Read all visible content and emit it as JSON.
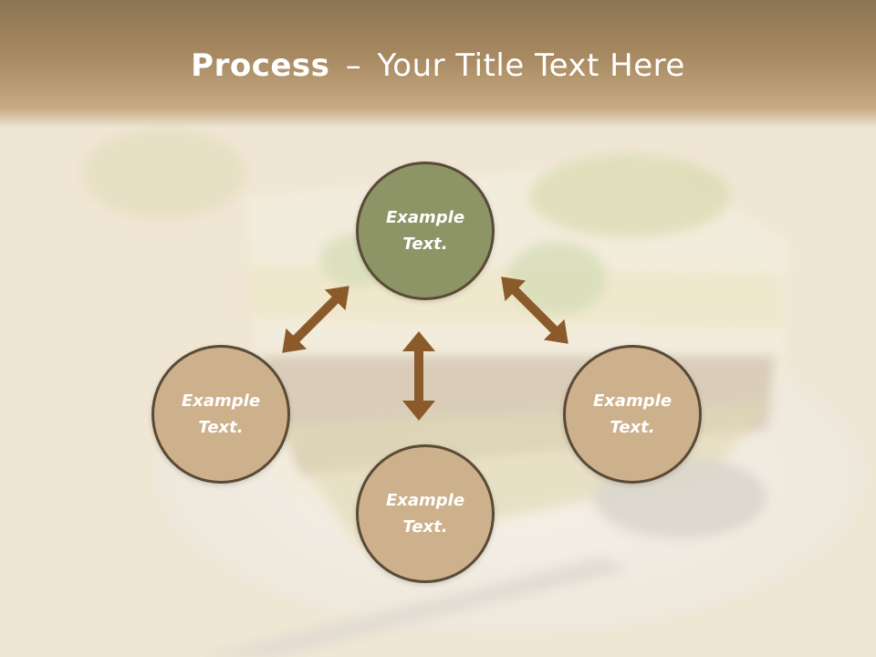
{
  "title": {
    "bold": "Process",
    "separator": "–",
    "rest": "Your Title Text Here"
  },
  "nodes": {
    "top": "Example Text.",
    "left": "Example Text.",
    "right": "Example Text.",
    "bottom": "Example Text."
  },
  "colors": {
    "accent_green": "#8d9466",
    "node_tan": "#cdb08c",
    "arrow": "#8b5a2b",
    "title_bar": "#a88a62"
  }
}
